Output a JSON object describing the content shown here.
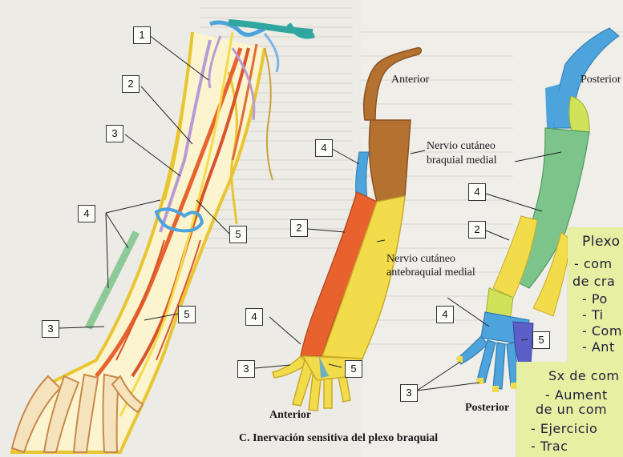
{
  "figure": {
    "caption": "C. Inervación sensitiva del plexo braquial",
    "view_anterior_top": "Anterior",
    "view_posterior_top": "Posterior",
    "view_anterior_bottom": "Anterior",
    "view_posterior_bottom": "Posterior",
    "label_cutaneo_braquial_line1": "Nervio cutáneo",
    "label_cutaneo_braquial_line2": "braquial medial",
    "label_cutaneo_antebraquial_line1": "Nervio cutáneo",
    "label_cutaneo_antebraquial_line2": "antebraquial medial",
    "numbers": {
      "left_1": "1",
      "left_2": "2",
      "left_3_top": "3",
      "left_4": "4",
      "left_5_top": "5",
      "left_3_bottom": "3",
      "left_5_bottom": "5",
      "mid_4_top": "4",
      "mid_2": "2",
      "mid_4_bottom": "4",
      "mid_3": "3",
      "mid_5": "5",
      "right_4_top": "4",
      "right_2": "2",
      "right_4_bottom": "4",
      "right_5": "5",
      "right_3": "3"
    }
  },
  "notes": {
    "note1": [
      "Plexo",
      "- com",
      "de cra",
      "- Po",
      "- Ti",
      "- Com",
      "- Ant"
    ],
    "note2": [
      "Sx de com",
      "- Aument",
      "de un com",
      "- Ejercicio",
      "- Trac"
    ]
  },
  "colors": {
    "yellow": "#f2dc4a",
    "orange_red": "#e8622d",
    "green": "#7cc48a",
    "blue": "#4da3dc",
    "brown": "#b5712f",
    "purple": "#b69bd6",
    "teal": "#2fa6a0",
    "sticky": "#e7f0a2"
  }
}
